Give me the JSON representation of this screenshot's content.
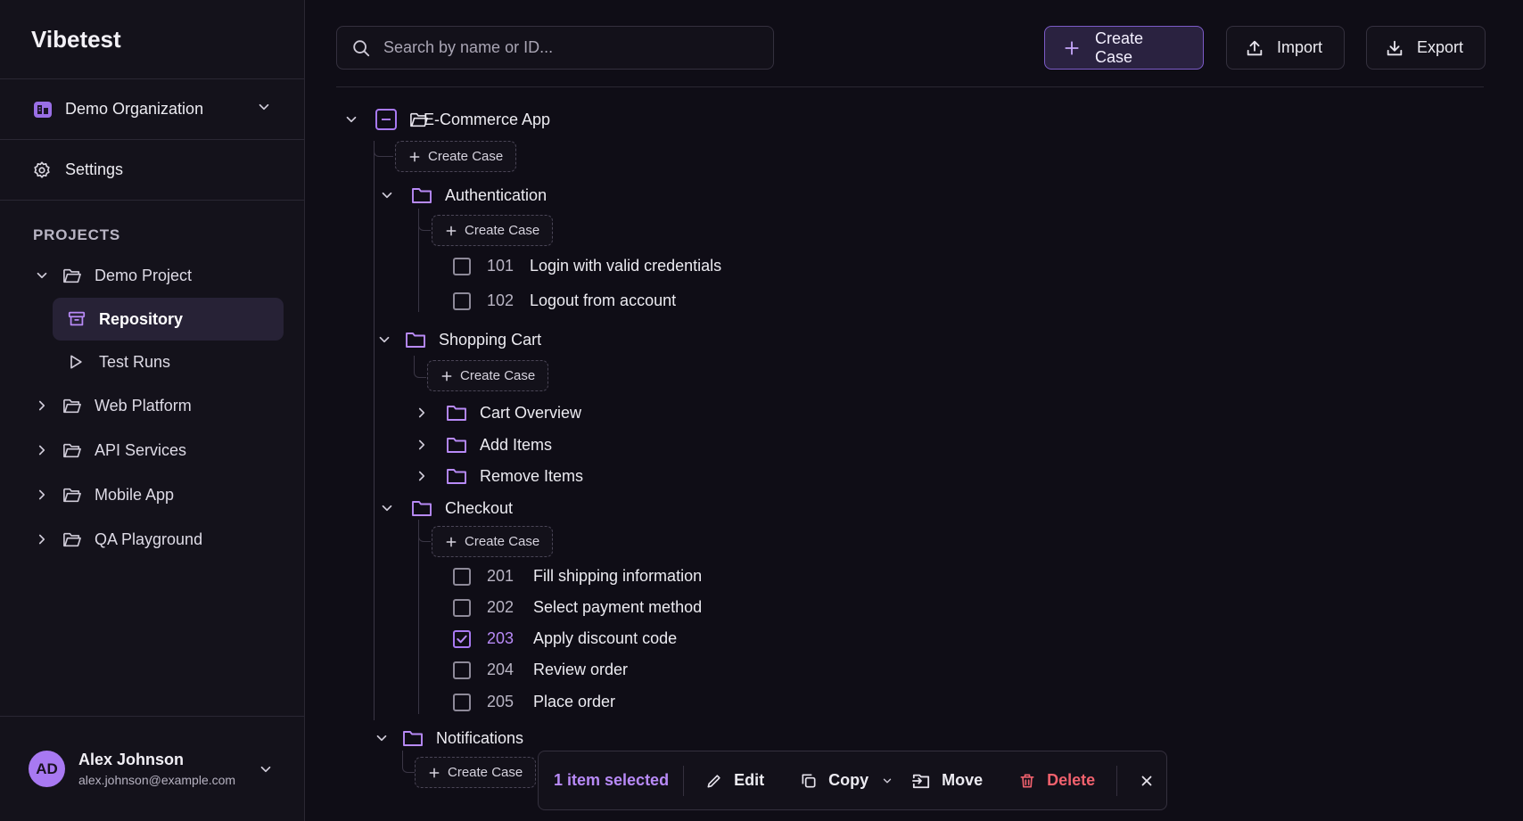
{
  "app": {
    "brand": "Vibetest"
  },
  "sidebar": {
    "org": "Demo Organization",
    "settings": "Settings",
    "projects_heading": "PROJECTS",
    "demo_project": "Demo Project",
    "repository": "Repository",
    "test_runs": "Test Runs",
    "projects": [
      "Web Platform",
      "API Services",
      "Mobile App",
      "QA Playground"
    ]
  },
  "user": {
    "initials": "AD",
    "name": "Alex Johnson",
    "email": "alex.johnson@example.com"
  },
  "toolbar": {
    "search_placeholder": "Search by name or ID...",
    "create_case": "Create Case",
    "import": "Import",
    "export": "Export"
  },
  "tree": {
    "create_case": "Create Case",
    "root": "E-Commerce App",
    "auth": {
      "name": "Authentication",
      "cases": [
        {
          "id": "101",
          "title": "Login with valid credentials",
          "checked": false
        },
        {
          "id": "102",
          "title": "Logout from account",
          "checked": false
        }
      ]
    },
    "cart": {
      "name": "Shopping Cart",
      "children": [
        "Cart Overview",
        "Add Items",
        "Remove Items"
      ]
    },
    "checkout": {
      "name": "Checkout",
      "cases": [
        {
          "id": "201",
          "title": "Fill shipping information",
          "checked": false
        },
        {
          "id": "202",
          "title": "Select payment method",
          "checked": false
        },
        {
          "id": "203",
          "title": "Apply discount code",
          "checked": true
        },
        {
          "id": "204",
          "title": "Review order",
          "checked": false
        },
        {
          "id": "205",
          "title": "Place order",
          "checked": false
        }
      ]
    },
    "notifications": {
      "name": "Notifications"
    }
  },
  "selection_bar": {
    "count_label": "1 item selected",
    "edit": "Edit",
    "copy": "Copy",
    "move": "Move",
    "delete": "Delete"
  },
  "colors": {
    "accent": "#a879f2",
    "danger": "#f0616d",
    "background": "#0f0d16"
  }
}
